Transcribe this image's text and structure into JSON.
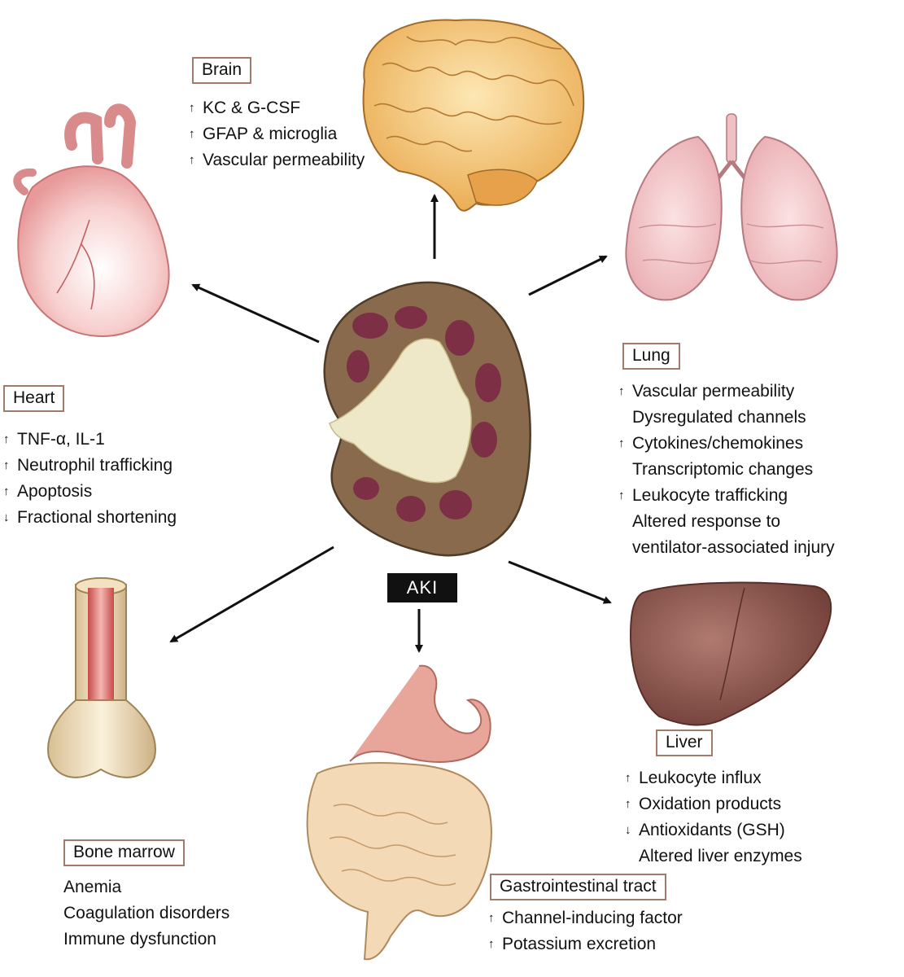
{
  "center_label": "AKI",
  "colors": {
    "kidney": "#8a6a4c",
    "kidney_medulla": "#7c2f45",
    "kidney_pelvis": "#efe8c8",
    "brain": "#f0c070",
    "lung": "#f0c4c8",
    "heart": "#f4c4c4",
    "liver": "#8e5a50",
    "bone": "#f1dfbc",
    "bone_marrow": "#d25a5a",
    "gi_tract": "#f3d9b6",
    "stomach": "#e8a59a",
    "label_border": "#a07a6a"
  },
  "organs": {
    "brain": {
      "title": "Brain",
      "items": [
        {
          "marker": "↑",
          "text": "KC & G-CSF"
        },
        {
          "marker": "↑",
          "text": "GFAP & microglia"
        },
        {
          "marker": "↑",
          "text": "Vascular permeability"
        }
      ]
    },
    "heart": {
      "title": "Heart",
      "items": [
        {
          "marker": "↑",
          "text": "TNF-α, IL-1"
        },
        {
          "marker": "↑",
          "text": "Neutrophil trafficking"
        },
        {
          "marker": "↑",
          "text": "Apoptosis"
        },
        {
          "marker": "↓",
          "text": "Fractional shortening"
        }
      ]
    },
    "lung": {
      "title": "Lung",
      "items": [
        {
          "marker": "↑",
          "text": "Vascular permeability"
        },
        {
          "marker": "",
          "text": "Dysregulated channels"
        },
        {
          "marker": "↑",
          "text": "Cytokines/chemokines"
        },
        {
          "marker": "",
          "text": "Transcriptomic changes"
        },
        {
          "marker": "↑",
          "text": "Leukocyte trafficking"
        },
        {
          "marker": "",
          "text": "Altered response to"
        },
        {
          "marker": "",
          "text": "ventilator-associated injury"
        }
      ]
    },
    "liver": {
      "title": "Liver",
      "items": [
        {
          "marker": "↑",
          "text": "Leukocyte influx"
        },
        {
          "marker": "↑",
          "text": "Oxidation products"
        },
        {
          "marker": "↓",
          "text": "Antioxidants (GSH)"
        },
        {
          "marker": "",
          "text": "Altered liver enzymes"
        }
      ]
    },
    "bone_marrow": {
      "title": "Bone marrow",
      "items": [
        {
          "marker": "",
          "text": "Anemia"
        },
        {
          "marker": "",
          "text": "Coagulation disorders"
        },
        {
          "marker": "",
          "text": "Immune dysfunction"
        }
      ]
    },
    "gi_tract": {
      "title": "Gastrointestinal tract",
      "items": [
        {
          "marker": "↑",
          "text": "Channel-inducing factor"
        },
        {
          "marker": "↑",
          "text": "Potassium excretion"
        }
      ]
    }
  }
}
